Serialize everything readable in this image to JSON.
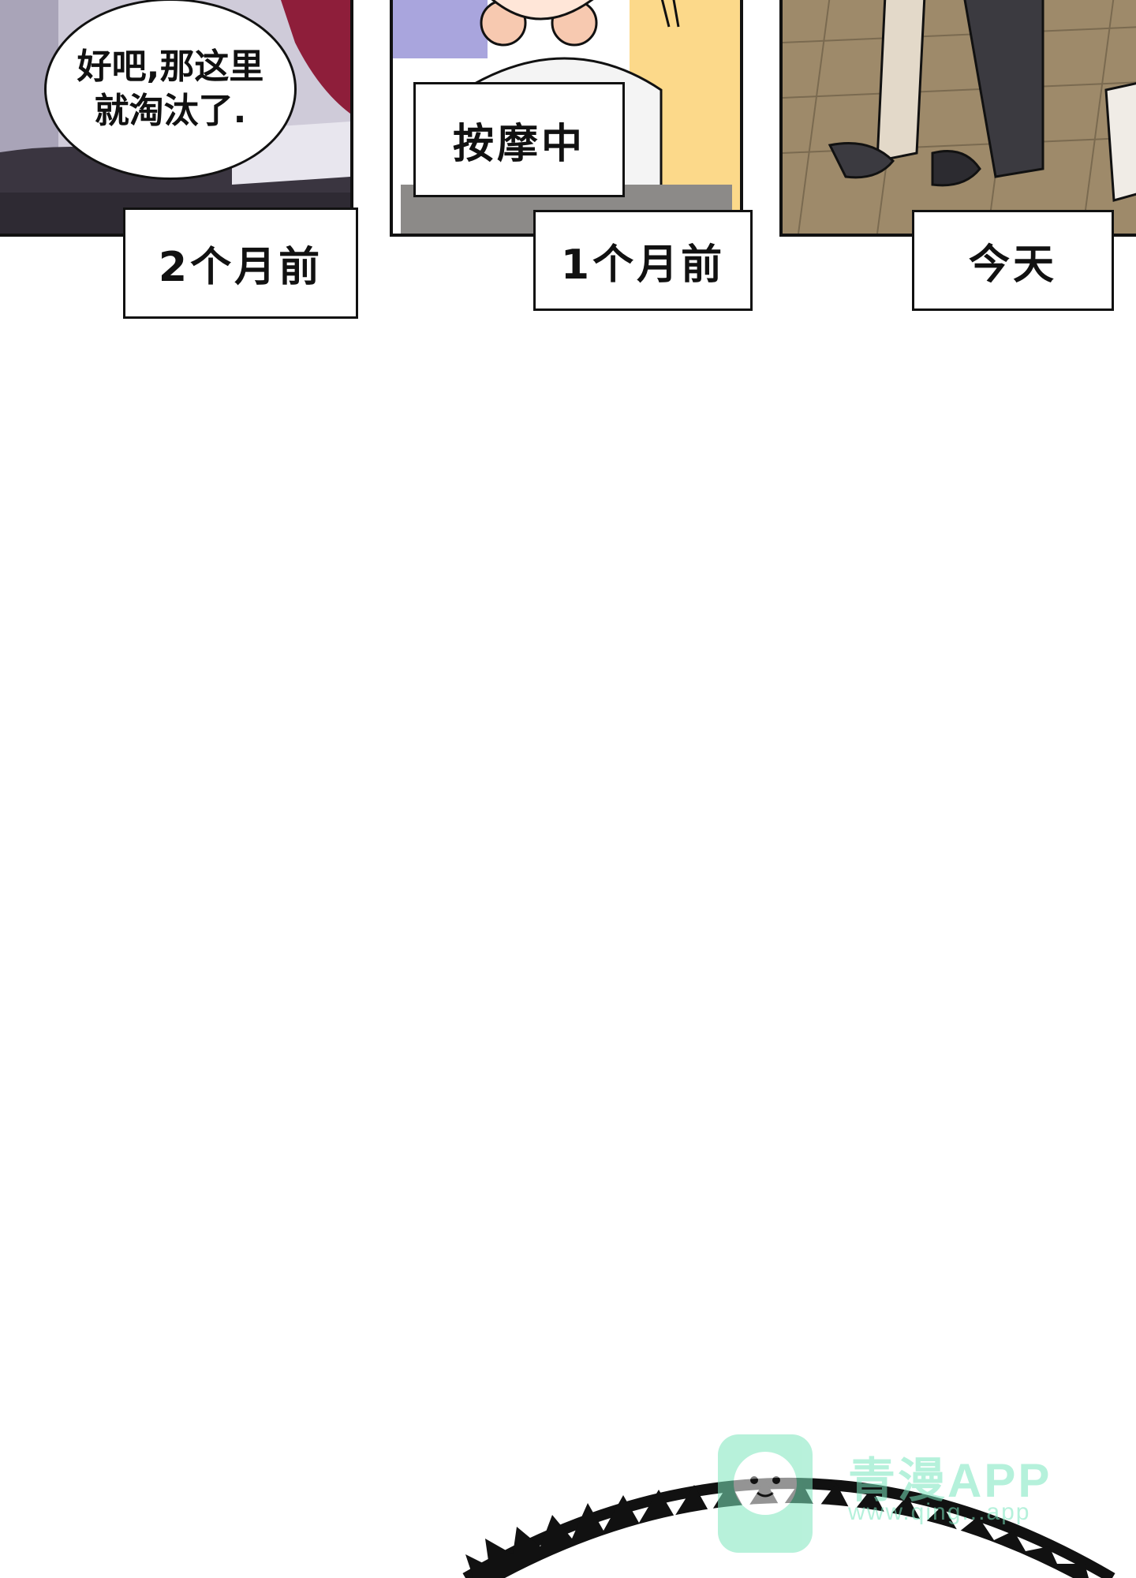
{
  "panels": [
    {
      "name": "panel-1",
      "speech": {
        "line1": "好吧,那这里",
        "line2": "就淘汰了."
      }
    },
    {
      "name": "panel-2",
      "sign": "按摩中"
    },
    {
      "name": "panel-3"
    }
  ],
  "captions": {
    "two_months_ago": "2个月前",
    "one_month_ago": "1个月前",
    "today": "今天"
  },
  "watermark": {
    "logo_text": "青漫APP",
    "url": "www.qing...app"
  },
  "colors": {
    "panel1_bg": "#c9c5d6",
    "panel1_dark": "#3a3540",
    "panel1_red": "#8e1e3a",
    "panel2_purple": "#a9a5dd",
    "panel2_yellow": "#fcd98a",
    "panel2_skin": "#f7c9b0",
    "panel3_floor": "#9e8a6a",
    "panel3_dark": "#3b3a40",
    "watermark_green": "#7de6bd"
  }
}
